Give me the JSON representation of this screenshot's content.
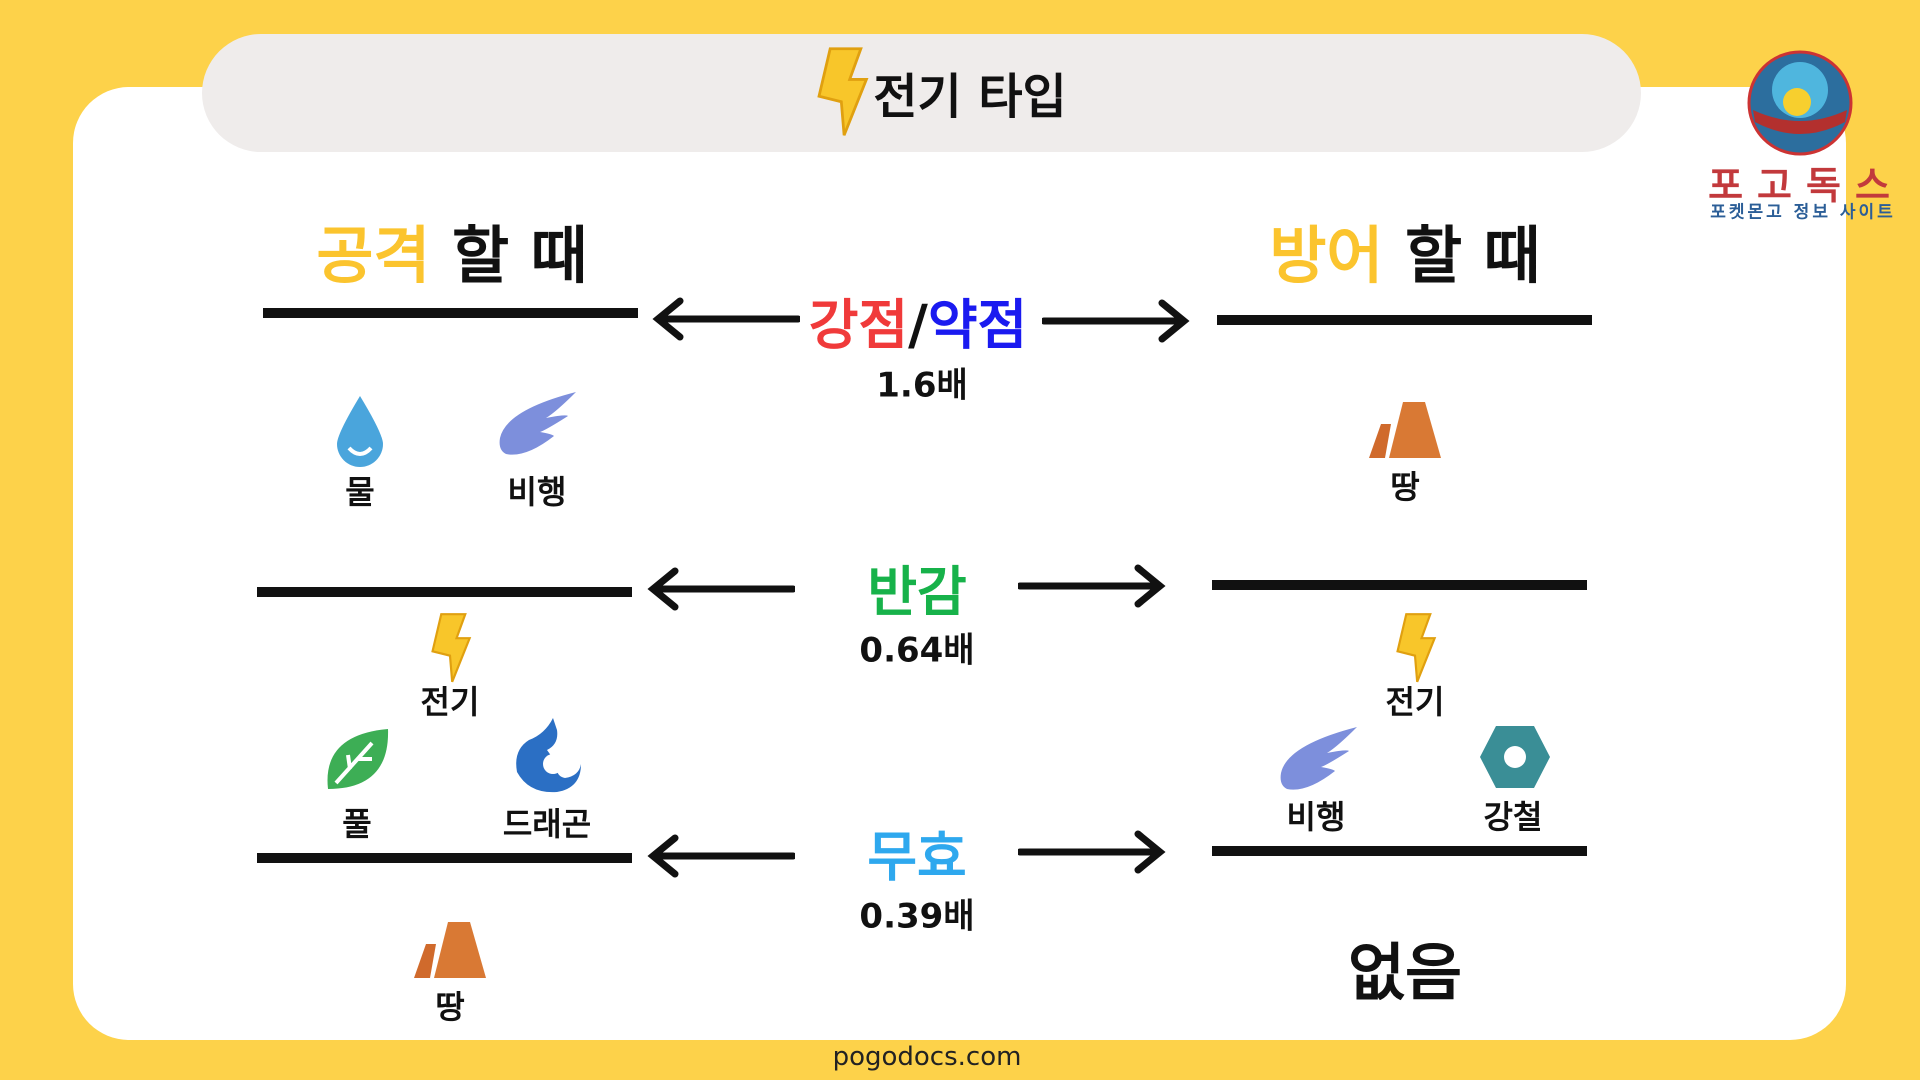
{
  "header": {
    "title": "전기 타입",
    "title_icon": "lightning-icon"
  },
  "logo": {
    "name": "포고독스",
    "subtitle": "포켓몬고 정보 사이트"
  },
  "attack": {
    "heading_accent": "공격",
    "heading_rest": "할 때"
  },
  "defense": {
    "heading_accent": "방어",
    "heading_rest": "할 때"
  },
  "rows": [
    {
      "label_a": "강점",
      "sep": "/",
      "label_b": "약점",
      "multiplier": "1.6배",
      "color_a": "#F03A3A",
      "color_b": "#1A1AF0",
      "attack": [
        "물",
        "비행"
      ],
      "defense": [
        "땅"
      ]
    },
    {
      "label": "반감",
      "multiplier": "0.64배",
      "color": "#17B24A",
      "attack": [
        "전기",
        "풀",
        "드래곤"
      ],
      "defense": [
        "전기",
        "비행",
        "강철"
      ]
    },
    {
      "label": "무효",
      "multiplier": "0.39배",
      "color": "#2EA8EE",
      "attack": [
        "땅"
      ],
      "defense_none": "없음"
    }
  ],
  "colors": {
    "accent": "#FBC42E",
    "background": "#FDD24A"
  },
  "footer": "pogodocs.com"
}
